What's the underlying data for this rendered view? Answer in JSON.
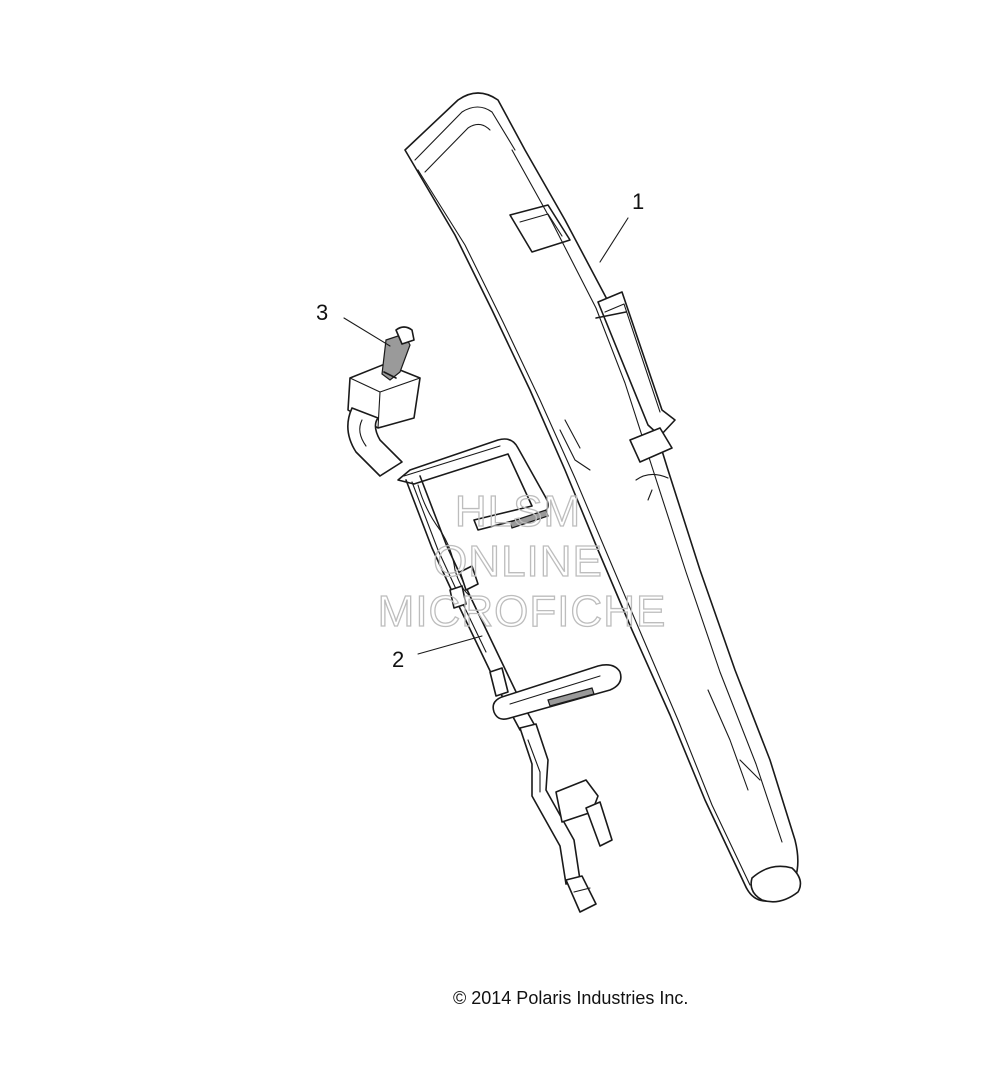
{
  "callouts": [
    {
      "number": "1",
      "part": "gun-boot"
    },
    {
      "number": "2",
      "part": "mounting-bracket"
    },
    {
      "number": "3",
      "part": "latch"
    }
  ],
  "watermark": {
    "line1": "HLSM",
    "line2": "ONLINE",
    "line3": "MICROFICHE",
    "color": "#bdbdbd"
  },
  "copyright": "© 2014 Polaris Industries Inc.",
  "colors": {
    "linework": "#1a1a1a",
    "background": "#ffffff"
  }
}
